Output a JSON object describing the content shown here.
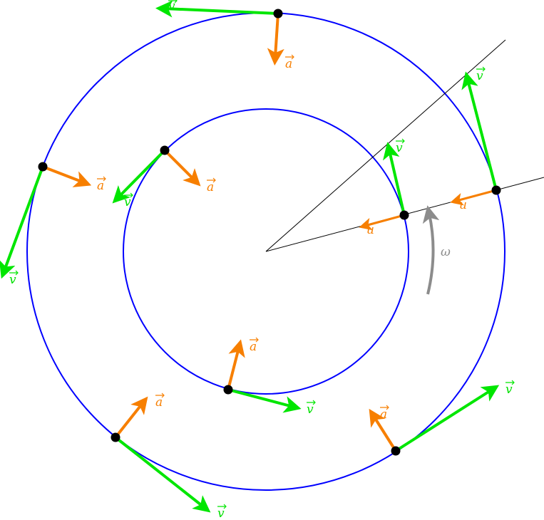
{
  "labels": {
    "v": "v",
    "a": "a",
    "u": "u",
    "omega": "ω"
  },
  "colors": {
    "circle": "#0000ff",
    "velocity": "#00e600",
    "acceleration": "#f77f00",
    "rotation": "#8c8c8c",
    "point": "#000000"
  }
}
